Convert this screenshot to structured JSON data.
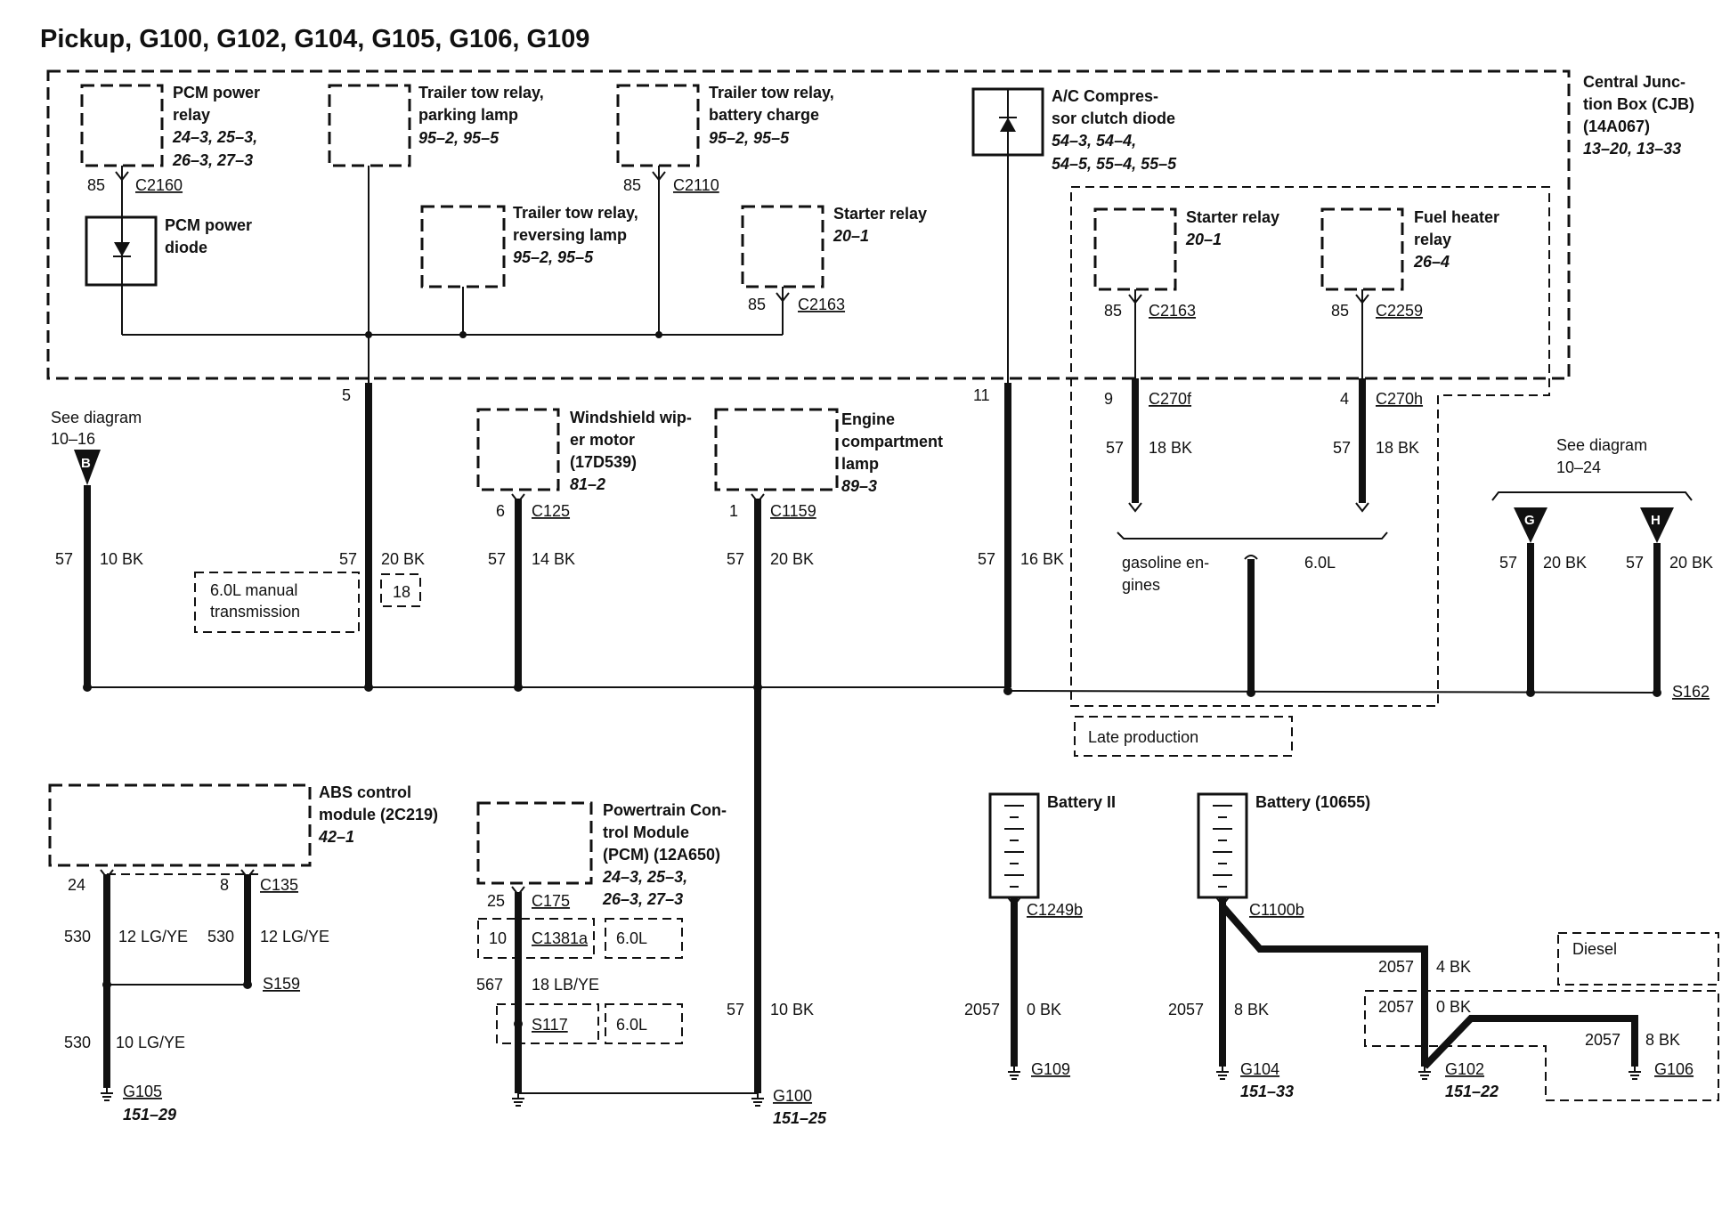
{
  "title": "Pickup, G100, G102, G104, G105, G106, G109",
  "cjb": {
    "name_1": "Central Junc-",
    "name_2": "tion Box (CJB)",
    "part": "(14A067)",
    "refs": "13–20, 13–33"
  },
  "pcm_relay": {
    "l1": "PCM power",
    "l2": "relay",
    "r1": "24–3, 25–3,",
    "r2": "26–3, 27–3",
    "pin": "85",
    "conn": "C2160"
  },
  "pcm_diode": {
    "l1": "PCM power",
    "l2": "diode"
  },
  "tt_park": {
    "l1": "Trailer tow relay,",
    "l2": "parking lamp",
    "r": "95–2, 95–5"
  },
  "tt_batt": {
    "l1": "Trailer tow relay,",
    "l2": "battery charge",
    "r": "95–2, 95–5",
    "pin": "85",
    "conn": "C2110"
  },
  "tt_rev": {
    "l1": "Trailer tow relay,",
    "l2": "reversing lamp",
    "r": "95–2, 95–5"
  },
  "starter_a": {
    "l1": "Starter relay",
    "r": "20–1",
    "pin": "85",
    "conn": "C2163"
  },
  "ac_diode": {
    "l1": "A/C Compres-",
    "l2": "sor clutch diode",
    "r1": "54–3, 54–4,",
    "r2": "54–5, 55–4, 55–5"
  },
  "starter_b": {
    "l1": "Starter relay",
    "r": "20–1",
    "pin": "85",
    "conn": "C2163",
    "pin2": "9",
    "conn2": "C270f",
    "circ": "57",
    "wire": "18 BK"
  },
  "fuel_heater": {
    "l1": "Fuel heater",
    "l2": "relay",
    "r": "26–4",
    "pin": "85",
    "conn": "C2259",
    "pin2": "4",
    "conn2": "C270h",
    "circ": "57",
    "wire": "18 BK"
  },
  "engine_labels": {
    "gas_1": "gasoline en-",
    "gas_2": "gines",
    "diesel": "6.0L"
  },
  "see_b": {
    "l1": "See diagram",
    "l2": "10–16",
    "tag": "B",
    "circ": "57",
    "wire": "10 BK"
  },
  "see_gh": {
    "l1": "See diagram",
    "l2": "10–24",
    "tag_g": "G",
    "tag_h": "H",
    "circ_g": "57",
    "wire_g": "20 BK",
    "circ_h": "57",
    "wire_h": "20 BK"
  },
  "main_drop": {
    "pin": "5",
    "circ": "57",
    "wire": "20 BK",
    "opt_1": "6.0L manual",
    "opt_2": "transmission",
    "opt_val": "18"
  },
  "wiper": {
    "l1": "Windshield wip-",
    "l2": "er motor",
    "l3": "(17D539)",
    "r": "81–2",
    "pin": "6",
    "conn": "C125",
    "circ": "57",
    "wire": "14 BK"
  },
  "eng_lamp": {
    "l1": "Engine",
    "l2": "compartment",
    "l3": "lamp",
    "r": "89–3",
    "pin": "1",
    "conn": "C1159",
    "circ": "57",
    "wire": "20 BK",
    "circ2": "57",
    "wire2": "10 BK"
  },
  "ac_drop": {
    "pin": "11",
    "circ": "57",
    "wire": "16 BK"
  },
  "s162": "S162",
  "late_production": "Late production",
  "abs": {
    "l1": "ABS control",
    "l2": "module (2C219)",
    "r": "42–1",
    "pin_a": "24",
    "pin_b": "8",
    "conn": "C135",
    "circ_a": "530",
    "wire_a": "12 LG/YE",
    "circ_b": "530",
    "wire_b": "12 LG/YE",
    "splice": "S159",
    "circ_c": "530",
    "wire_c": "10 LG/YE"
  },
  "g105": {
    "name": "G105",
    "ref": "151–29"
  },
  "pcm": {
    "l1": "Powertrain Con-",
    "l2": "trol Module",
    "l3": "(PCM) (12A650)",
    "r1": "24–3, 25–3,",
    "r2": "26–3, 27–3",
    "pin": "25",
    "conn": "C175",
    "opt_pin": "10",
    "opt_conn": "C1381a",
    "opt_lbl": "6.0L",
    "circ": "567",
    "wire": "18 LB/YE",
    "splice": "S117",
    "splice_lbl": "6.0L"
  },
  "g100": {
    "name": "G100",
    "ref": "151–25"
  },
  "battery2": {
    "name": "Battery II",
    "conn": "C1249b",
    "circ": "2057",
    "wire": "0 BK"
  },
  "g109": {
    "name": "G109"
  },
  "battery1": {
    "name": "Battery (10655)",
    "conn": "C1100b",
    "circ_a": "2057",
    "wire_a": "8 BK",
    "circ_b": "2057",
    "wire_b": "4 BK",
    "diesel": "Diesel",
    "circ_c": "2057",
    "wire_c": "0 BK",
    "circ_d": "2057",
    "wire_d": "8 BK"
  },
  "g104": {
    "name": "G104",
    "ref": "151–33"
  },
  "g102": {
    "name": "G102",
    "ref": "151–22"
  },
  "g106": {
    "name": "G106"
  }
}
